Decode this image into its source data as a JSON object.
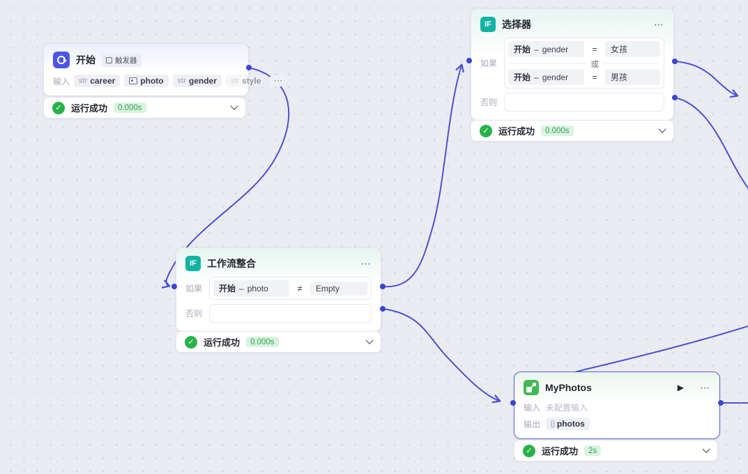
{
  "canvas": {
    "background": "#eaecf2",
    "dot_color": "#ccd0dd",
    "edge_color": "#4a53cf",
    "port_color": "#3a45d4",
    "success_green": "#29b24a",
    "if_icon_teal": "#13b3a4",
    "start_icon_indigo": "#4c56e2",
    "plugin_icon_green": "#41b954",
    "selected_border": "#5a60d8"
  },
  "nodes": {
    "start": {
      "title": "开始",
      "trigger_badge": "触发器",
      "input_label": "输入",
      "params": [
        {
          "type": "str",
          "name": "career"
        },
        {
          "type": "img",
          "name": "photo"
        },
        {
          "type": "str",
          "name": "gender"
        },
        {
          "type": "str",
          "name": "style"
        }
      ],
      "more_label": "⋯",
      "status": {
        "check": "✓",
        "label": "运行成功",
        "time": "0.000s"
      }
    },
    "selector": {
      "icon_label": "IF",
      "title": "选择器",
      "menu_label": "⋯",
      "if_label": "如果",
      "or_label": "或",
      "else_label": "否则",
      "conditions": [
        {
          "source": "开始",
          "dash": "–",
          "field": "gender",
          "op": "=",
          "value": "女孩"
        },
        {
          "source": "开始",
          "dash": "–",
          "field": "gender",
          "op": "=",
          "value": "男孩"
        }
      ],
      "status": {
        "check": "✓",
        "label": "运行成功",
        "time": "0.000s"
      }
    },
    "workflow": {
      "icon_label": "IF",
      "title": "工作流整合",
      "menu_label": "⋯",
      "if_label": "如果",
      "else_label": "否则",
      "condition": {
        "source": "开始",
        "dash": "–",
        "field": "photo",
        "op": "≠",
        "value": "Empty"
      },
      "status": {
        "check": "✓",
        "label": "运行成功",
        "time": "0.000s"
      }
    },
    "myphotos": {
      "title": "MyPhotos",
      "play_label": "▶",
      "menu_label": "⋯",
      "input_label": "输入",
      "input_value": "未配置输入",
      "output_label": "输出",
      "output_type": "[]",
      "output_name": "photos",
      "status": {
        "check": "✓",
        "label": "运行成功",
        "time": "2s"
      }
    }
  }
}
